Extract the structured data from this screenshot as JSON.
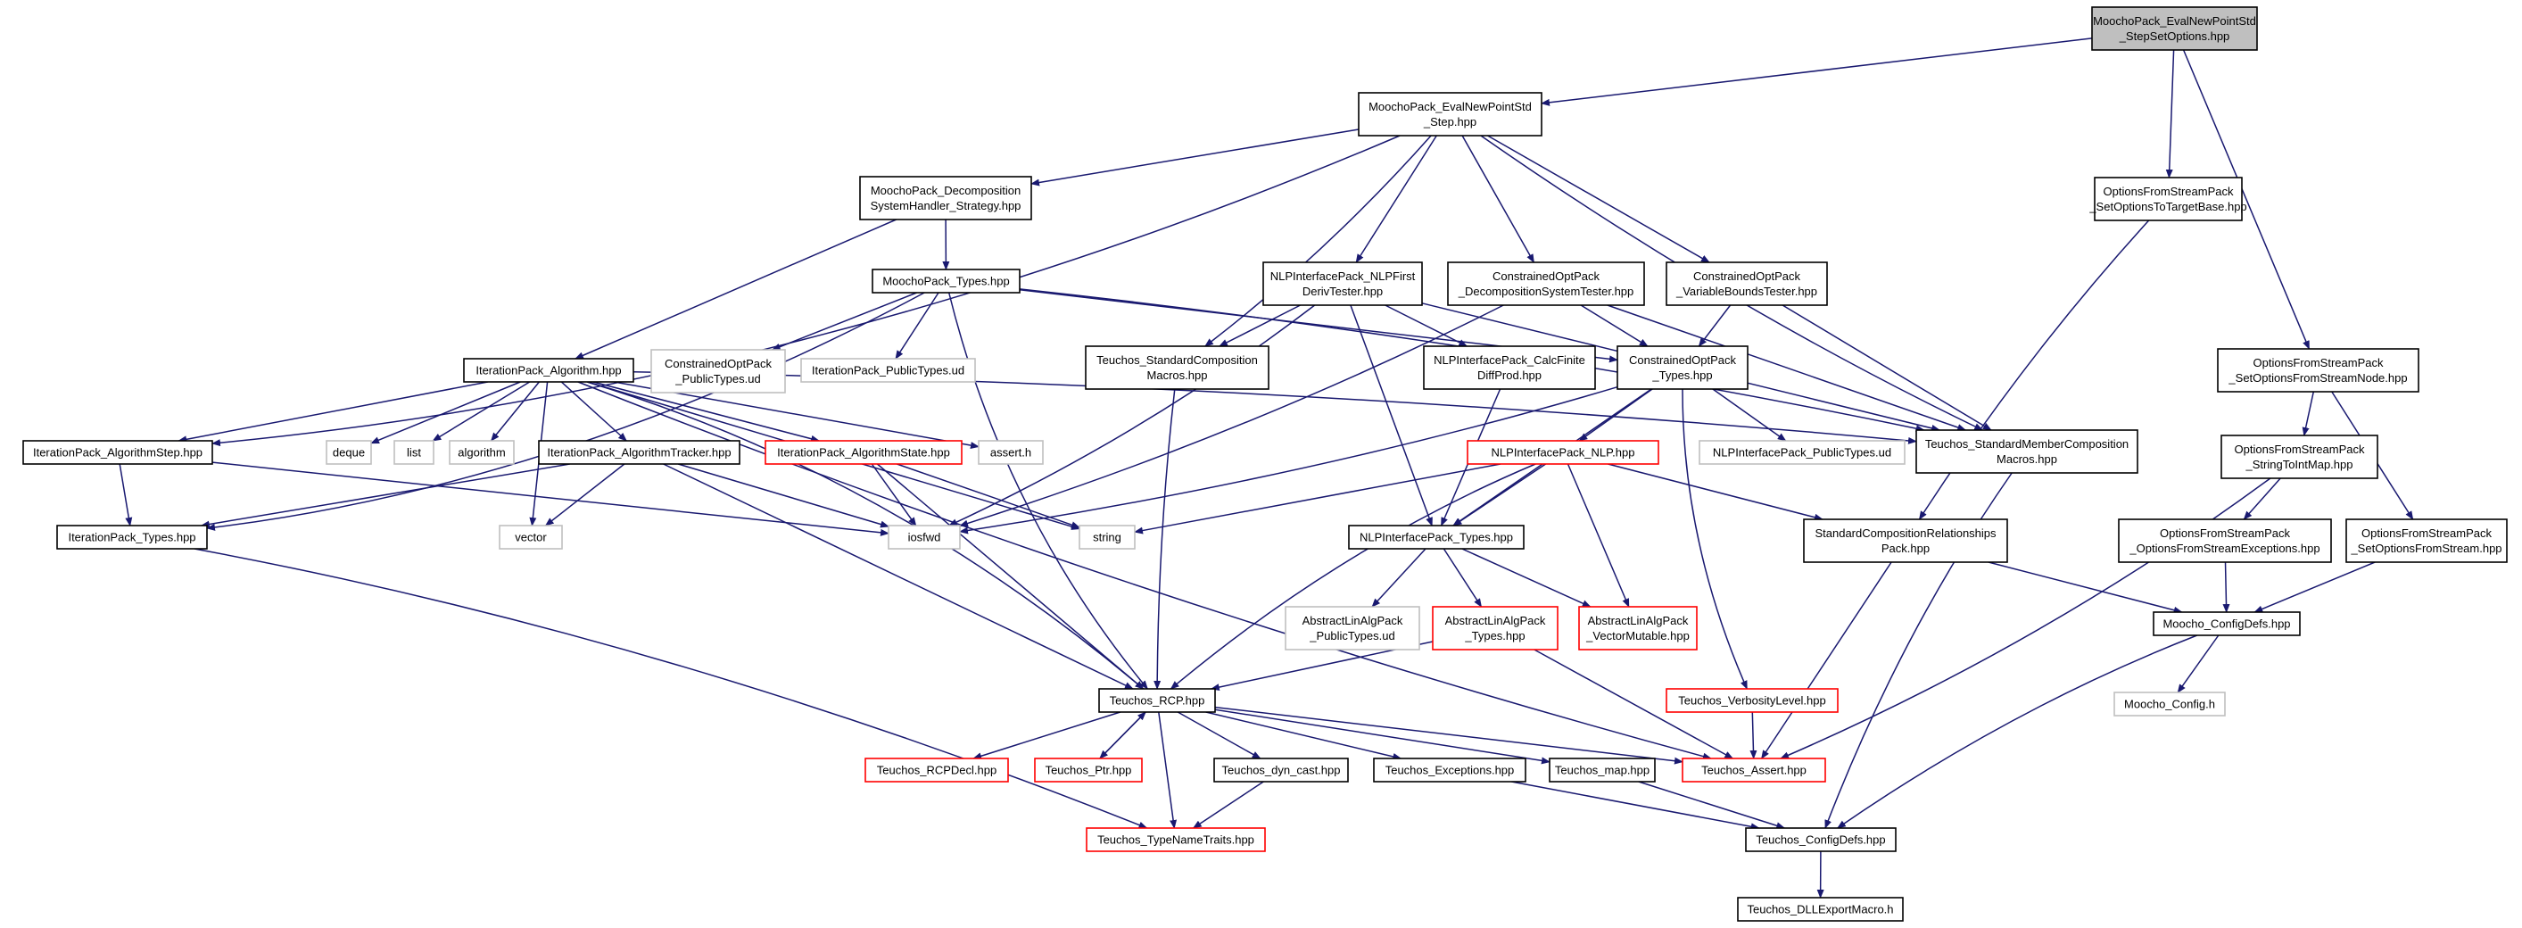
{
  "root": "MoochoPack_EvalNewPointStd_StepSetOptions.hpp",
  "colors": {
    "edge": "#191970",
    "box_border": "#000000",
    "missing_border": "#ff0000",
    "external_border": "#bfbfbf",
    "root_fill": "#bfbfbf"
  },
  "nodes": [
    {
      "id": "n1",
      "lines": [
        "MoochoPack_EvalNewPointStd",
        "_StepSetOptions.hpp"
      ],
      "style": "root"
    },
    {
      "id": "n2",
      "lines": [
        "MoochoPack_EvalNewPointStd",
        "_Step.hpp"
      ],
      "style": "normal"
    },
    {
      "id": "n3",
      "lines": [
        "OptionsFromStreamPack",
        "_SetOptionsToTargetBase.hpp"
      ],
      "style": "normal"
    },
    {
      "id": "n4",
      "lines": [
        "OptionsFromStreamPack",
        "_SetOptionsFromStreamNode.hpp"
      ],
      "style": "normal"
    },
    {
      "id": "n5",
      "lines": [
        "MoochoPack_Decomposition",
        "SystemHandler_Strategy.hpp"
      ],
      "style": "normal"
    },
    {
      "id": "n6",
      "lines": [
        "MoochoPack_Types.hpp"
      ],
      "style": "normal"
    },
    {
      "id": "n7",
      "lines": [
        "NLPInterfacePack_NLPFirst",
        "DerivTester.hpp"
      ],
      "style": "normal"
    },
    {
      "id": "n8",
      "lines": [
        "ConstrainedOptPack",
        "_DecompositionSystemTester.hpp"
      ],
      "style": "normal"
    },
    {
      "id": "n9",
      "lines": [
        "ConstrainedOptPack",
        "_VariableBoundsTester.hpp"
      ],
      "style": "normal"
    },
    {
      "id": "n10",
      "lines": [
        "IterationPack_Algorithm.hpp"
      ],
      "style": "normal"
    },
    {
      "id": "n11",
      "lines": [
        "ConstrainedOptPack",
        "_PublicTypes.ud"
      ],
      "style": "external"
    },
    {
      "id": "n12",
      "lines": [
        "IterationPack_PublicTypes.ud"
      ],
      "style": "external"
    },
    {
      "id": "n13",
      "lines": [
        "Teuchos_StandardComposition",
        "Macros.hpp"
      ],
      "style": "normal"
    },
    {
      "id": "n14",
      "lines": [
        "NLPInterfacePack_CalcFinite",
        "DiffProd.hpp"
      ],
      "style": "normal"
    },
    {
      "id": "n15",
      "lines": [
        "ConstrainedOptPack",
        "_Types.hpp"
      ],
      "style": "normal"
    },
    {
      "id": "n16",
      "lines": [
        "OptionsFromStreamPack",
        "_StringToIntMap.hpp"
      ],
      "style": "normal"
    },
    {
      "id": "n17",
      "lines": [
        "IterationPack_AlgorithmStep.hpp"
      ],
      "style": "normal"
    },
    {
      "id": "n18",
      "lines": [
        "deque"
      ],
      "style": "external"
    },
    {
      "id": "n19",
      "lines": [
        "list"
      ],
      "style": "external"
    },
    {
      "id": "n20",
      "lines": [
        "algorithm"
      ],
      "style": "external"
    },
    {
      "id": "n21",
      "lines": [
        "IterationPack_AlgorithmTracker.hpp"
      ],
      "style": "normal"
    },
    {
      "id": "n22",
      "lines": [
        "IterationPack_AlgorithmState.hpp"
      ],
      "style": "missing"
    },
    {
      "id": "n23",
      "lines": [
        "assert.h"
      ],
      "style": "external"
    },
    {
      "id": "n24",
      "lines": [
        "Teuchos_StandardMemberComposition",
        "Macros.hpp"
      ],
      "style": "normal"
    },
    {
      "id": "n25",
      "lines": [
        "NLPInterfacePack_PublicTypes.ud"
      ],
      "style": "external"
    },
    {
      "id": "n26",
      "lines": [
        "NLPInterfacePack_NLP.hpp"
      ],
      "style": "missing"
    },
    {
      "id": "n27",
      "lines": [
        "OptionsFromStreamPack",
        "_OptionsFromStreamExceptions.hpp"
      ],
      "style": "normal"
    },
    {
      "id": "n28",
      "lines": [
        "OptionsFromStreamPack",
        "_SetOptionsFromStream.hpp"
      ],
      "style": "normal"
    },
    {
      "id": "n29",
      "lines": [
        "IterationPack_Types.hpp"
      ],
      "style": "normal"
    },
    {
      "id": "n30",
      "lines": [
        "vector"
      ],
      "style": "external"
    },
    {
      "id": "n31",
      "lines": [
        "iosfwd"
      ],
      "style": "external"
    },
    {
      "id": "n32",
      "lines": [
        "string"
      ],
      "style": "external"
    },
    {
      "id": "n33",
      "lines": [
        "NLPInterfacePack_Types.hpp"
      ],
      "style": "normal"
    },
    {
      "id": "n34",
      "lines": [
        "StandardCompositionRelationships",
        "Pack.hpp"
      ],
      "style": "normal"
    },
    {
      "id": "n35",
      "lines": [
        "Moocho_ConfigDefs.hpp"
      ],
      "style": "normal"
    },
    {
      "id": "n36",
      "lines": [
        "AbstractLinAlgPack",
        "_PublicTypes.ud"
      ],
      "style": "external"
    },
    {
      "id": "n37",
      "lines": [
        "AbstractLinAlgPack",
        "_Types.hpp"
      ],
      "style": "missing"
    },
    {
      "id": "n38",
      "lines": [
        "AbstractLinAlgPack",
        "_VectorMutable.hpp"
      ],
      "style": "missing"
    },
    {
      "id": "n39",
      "lines": [
        "Moocho_Config.h"
      ],
      "style": "external"
    },
    {
      "id": "n40",
      "lines": [
        "Teuchos_RCP.hpp"
      ],
      "style": "normal"
    },
    {
      "id": "n41",
      "lines": [
        "Teuchos_VerbosityLevel.hpp"
      ],
      "style": "missing"
    },
    {
      "id": "n42",
      "lines": [
        "Teuchos_RCPDecl.hpp"
      ],
      "style": "missing"
    },
    {
      "id": "n43",
      "lines": [
        "Teuchos_Ptr.hpp"
      ],
      "style": "missing"
    },
    {
      "id": "n44",
      "lines": [
        "Teuchos_dyn_cast.hpp"
      ],
      "style": "normal"
    },
    {
      "id": "n45",
      "lines": [
        "Teuchos_Exceptions.hpp"
      ],
      "style": "normal"
    },
    {
      "id": "n46",
      "lines": [
        "Teuchos_map.hpp"
      ],
      "style": "normal"
    },
    {
      "id": "n47",
      "lines": [
        "Teuchos_Assert.hpp"
      ],
      "style": "missing"
    },
    {
      "id": "n48",
      "lines": [
        "Teuchos_TypeNameTraits.hpp"
      ],
      "style": "missing"
    },
    {
      "id": "n49",
      "lines": [
        "Teuchos_ConfigDefs.hpp"
      ],
      "style": "normal"
    },
    {
      "id": "n50",
      "lines": [
        "Teuchos_DLLExportMacro.h"
      ],
      "style": "normal"
    }
  ],
  "edges": [
    [
      "n1",
      "n2"
    ],
    [
      "n1",
      "n3"
    ],
    [
      "n1",
      "n4"
    ],
    [
      "n2",
      "n5"
    ],
    [
      "n2",
      "n17"
    ],
    [
      "n2",
      "n13"
    ],
    [
      "n2",
      "n7"
    ],
    [
      "n2",
      "n8"
    ],
    [
      "n2",
      "n9"
    ],
    [
      "n2",
      "n24"
    ],
    [
      "n3",
      "n34"
    ],
    [
      "n4",
      "n16"
    ],
    [
      "n4",
      "n28"
    ],
    [
      "n5",
      "n6"
    ],
    [
      "n5",
      "n10"
    ],
    [
      "n6",
      "n11"
    ],
    [
      "n6",
      "n12"
    ],
    [
      "n6",
      "n29"
    ],
    [
      "n6",
      "n15"
    ],
    [
      "n6",
      "n40"
    ],
    [
      "n6",
      "n24"
    ],
    [
      "n7",
      "n13"
    ],
    [
      "n7",
      "n14"
    ],
    [
      "n7",
      "n33"
    ],
    [
      "n7",
      "n24"
    ],
    [
      "n7",
      "n31"
    ],
    [
      "n8",
      "n15"
    ],
    [
      "n8",
      "n24"
    ],
    [
      "n8",
      "n31"
    ],
    [
      "n9",
      "n15"
    ],
    [
      "n9",
      "n24"
    ],
    [
      "n10",
      "n17"
    ],
    [
      "n10",
      "n18"
    ],
    [
      "n10",
      "n19"
    ],
    [
      "n10",
      "n20"
    ],
    [
      "n10",
      "n21"
    ],
    [
      "n10",
      "n22"
    ],
    [
      "n10",
      "n23"
    ],
    [
      "n10",
      "n30"
    ],
    [
      "n10",
      "n32"
    ],
    [
      "n10",
      "n40"
    ],
    [
      "n10",
      "n47"
    ],
    [
      "n10",
      "n24"
    ],
    [
      "n13",
      "n40"
    ],
    [
      "n14",
      "n33"
    ],
    [
      "n15",
      "n25"
    ],
    [
      "n15",
      "n26"
    ],
    [
      "n15",
      "n33"
    ],
    [
      "n15",
      "n41"
    ],
    [
      "n15",
      "n31"
    ],
    [
      "n16",
      "n27"
    ],
    [
      "n16",
      "n47"
    ],
    [
      "n17",
      "n29"
    ],
    [
      "n17",
      "n31"
    ],
    [
      "n21",
      "n29"
    ],
    [
      "n21",
      "n30"
    ],
    [
      "n21",
      "n31"
    ],
    [
      "n21",
      "n40"
    ],
    [
      "n22",
      "n31"
    ],
    [
      "n22",
      "n32"
    ],
    [
      "n22",
      "n40"
    ],
    [
      "n24",
      "n49"
    ],
    [
      "n26",
      "n33"
    ],
    [
      "n26",
      "n34"
    ],
    [
      "n26",
      "n38"
    ],
    [
      "n26",
      "n40"
    ],
    [
      "n26",
      "n32"
    ],
    [
      "n27",
      "n35"
    ],
    [
      "n28",
      "n35"
    ],
    [
      "n29",
      "n48"
    ],
    [
      "n33",
      "n36"
    ],
    [
      "n33",
      "n37"
    ],
    [
      "n33",
      "n38"
    ],
    [
      "n34",
      "n35"
    ],
    [
      "n34",
      "n47"
    ],
    [
      "n35",
      "n39"
    ],
    [
      "n35",
      "n49"
    ],
    [
      "n37",
      "n40"
    ],
    [
      "n37",
      "n47"
    ],
    [
      "n40",
      "n42"
    ],
    [
      "n40",
      "n43"
    ],
    [
      "n40",
      "n44"
    ],
    [
      "n40",
      "n45"
    ],
    [
      "n40",
      "n46"
    ],
    [
      "n40",
      "n47"
    ],
    [
      "n40",
      "n48"
    ],
    [
      "n41",
      "n47"
    ],
    [
      "n43",
      "n40"
    ],
    [
      "n44",
      "n48"
    ],
    [
      "n45",
      "n49"
    ],
    [
      "n46",
      "n49"
    ],
    [
      "n49",
      "n50"
    ]
  ]
}
